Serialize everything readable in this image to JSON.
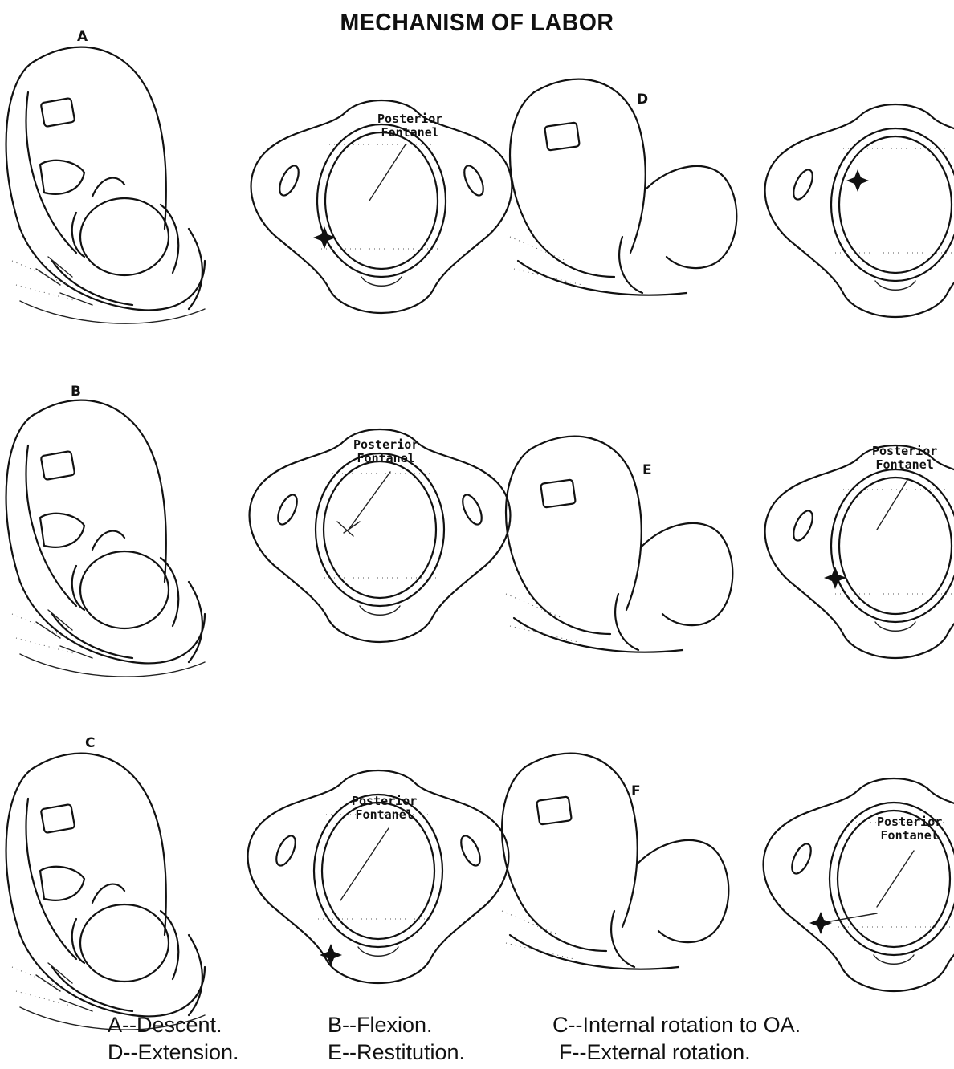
{
  "title": "MECHANISM OF LABOR",
  "panels": [
    {
      "letter": "A",
      "fontanel_label": [
        "Posterior",
        "Fontanel"
      ]
    },
    {
      "letter": "B",
      "fontanel_label": [
        "Posterior",
        "Fontanel"
      ]
    },
    {
      "letter": "C",
      "fontanel_label": [
        "Posterior",
        "Fontanel"
      ]
    },
    {
      "letter": "D"
    },
    {
      "letter": "E",
      "fontanel_label": [
        "Posterior",
        "Fontanel"
      ]
    },
    {
      "letter": "F",
      "fontanel_label": [
        "Posterior",
        "Fontanel"
      ]
    }
  ],
  "captions": [
    "A--Descent.",
    "B--Flexion.",
    "C--Internal rotation to OA.",
    "D--Extension.",
    "E--Restitution.",
    "F--External rotation."
  ]
}
